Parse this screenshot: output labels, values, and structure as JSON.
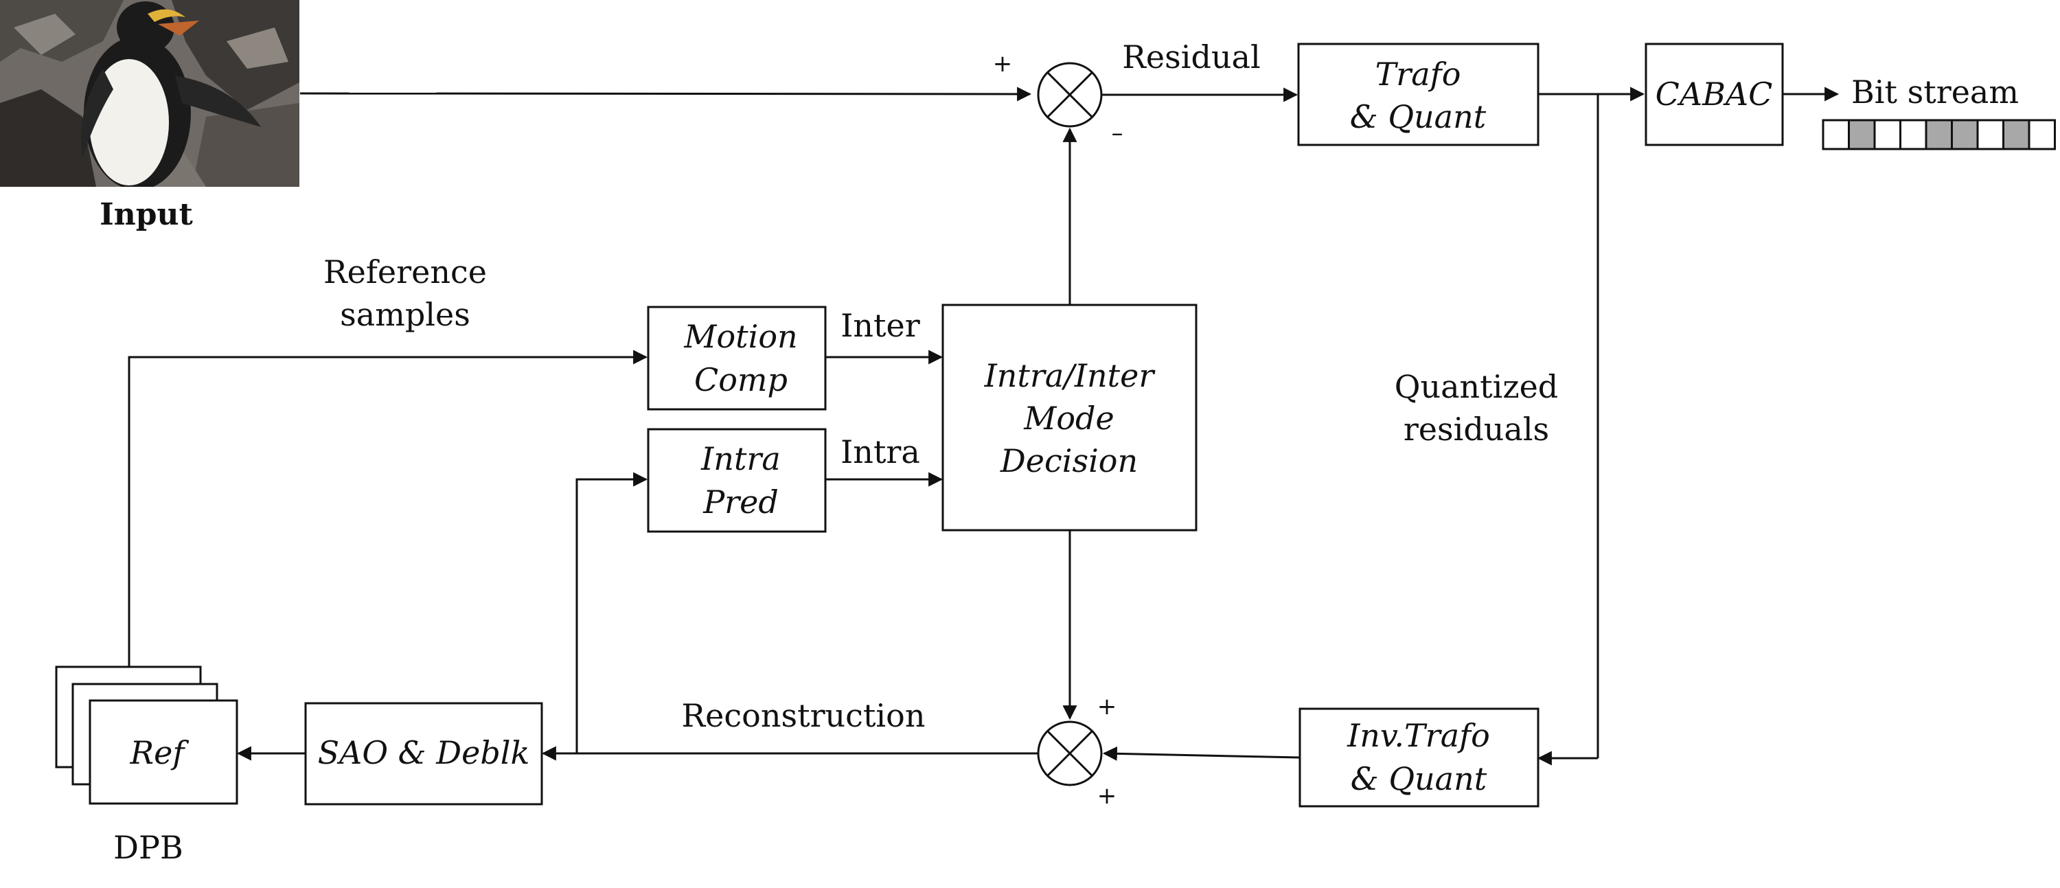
{
  "input": {
    "label": "Input",
    "image_subject": "penguin-photo"
  },
  "blocks": {
    "trafo_quant": {
      "line1": "Trafo",
      "line2": "& Quant"
    },
    "cabac": {
      "label": "CABAC"
    },
    "motion_comp": {
      "line1": "Motion",
      "line2": "Comp"
    },
    "intra_pred": {
      "line1": "Intra",
      "line2": "Pred"
    },
    "mode_decision": {
      "line1": "Intra/Inter",
      "line2": "Mode",
      "line3": "Decision"
    },
    "inv_trafo_quant": {
      "line1": "Inv.Trafo",
      "line2": "& Quant"
    },
    "sao_deblk": {
      "label": "SAO & Deblk"
    },
    "ref": {
      "label": "Ref"
    }
  },
  "labels": {
    "residual": "Residual",
    "bit_stream": "Bit stream",
    "reference_line1": "Reference",
    "reference_line2": "samples",
    "inter": "Inter",
    "intra": "Intra",
    "quantized_line1": "Quantized",
    "quantized_line2": "residuals",
    "reconstruction": "Reconstruction",
    "dpb": "DPB"
  },
  "signs": {
    "top_plus": "+",
    "top_minus": "–",
    "bottom_plus_top": "+",
    "bottom_plus_bottom": "+"
  },
  "bitstream_cells": [
    false,
    true,
    false,
    false,
    true,
    true,
    false,
    true,
    false
  ],
  "colors": {
    "stroke": "#111111",
    "bit_filled": "#a8a8a8",
    "background": "#ffffff"
  }
}
